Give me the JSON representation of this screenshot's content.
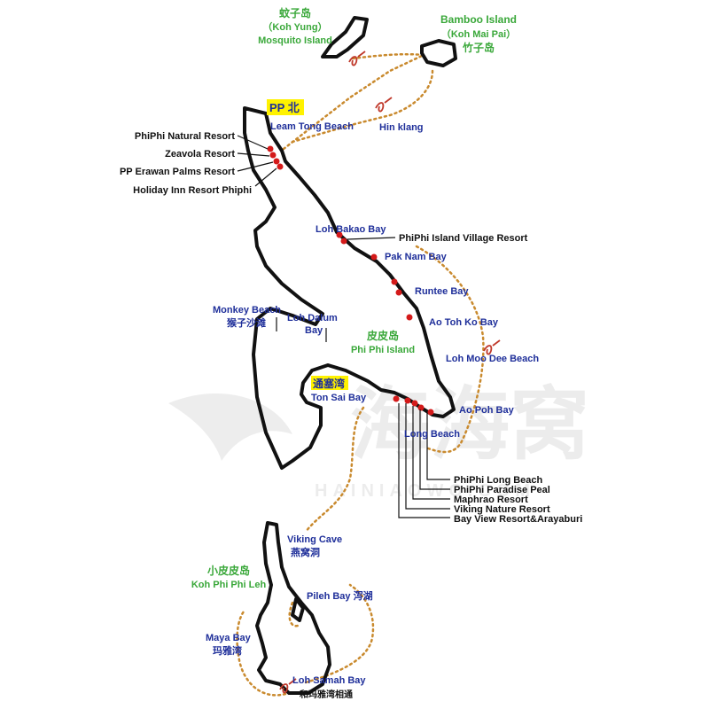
{
  "islands": {
    "koh_yung": {
      "zh": "蚊子岛",
      "local": "（Koh Yung）",
      "en": "Mosquito Island"
    },
    "bamboo": {
      "en": "Bamboo Island",
      "local": "（Koh Mai Pai）",
      "zh": "竹子岛"
    },
    "phi_phi": {
      "zh": "皮皮岛",
      "en": "Phi Phi Island"
    },
    "phi_phi_leh": {
      "zh": "小皮皮岛",
      "en": "Koh Phi Phi Leh"
    }
  },
  "places": {
    "pp_north": "PP 北",
    "leam_tong": "Leam Tong Beach",
    "hin_klang": "Hin klang",
    "loh_bakao": "Loh Bakao Bay",
    "pak_nam": "Pak Nam Bay",
    "runtee": "Runtee Bay",
    "ao_toh_ko": "Ao Toh Ko Bay",
    "loh_moo_dee": "Loh Moo Dee Beach",
    "monkey_beach_en": "Monkey Beach",
    "monkey_beach_zh": "猴子沙滩",
    "loh_dalum_1": "Loh Dalum",
    "loh_dalum_2": "Bay",
    "ton_sai_zh": "通塞湾",
    "ton_sai_en": "Ton Sai Bay",
    "ao_poh": "Ao Poh Bay",
    "long_beach": "Long Beach",
    "viking_cave_en": "Viking Cave",
    "viking_cave_zh": "燕窝洞",
    "pileh_bay": "Pileh Bay  泻湖",
    "maya_bay_en": "Maya Bay",
    "maya_bay_zh": "玛雅湾",
    "loh_samah": "Loh Samah Bay",
    "loh_samah_zh": "和玛雅湾相通"
  },
  "resorts_north": [
    "PhiPhi Natural Resort",
    "Zeavola Resort",
    "PP Erawan Palms Resort",
    "Holiday Inn Resort Phiphi"
  ],
  "resort_village": "PhiPhi Island Village Resort",
  "resorts_south": [
    "PhiPhi Long Beach",
    "PhiPhi Paradise Peal",
    "Maphrao Resort",
    "Viking Nature Resort",
    "Bay View Resort&Arayaburi"
  ],
  "watermark": {
    "cn": "海海窝",
    "en": "HAINIAOWO.COM"
  },
  "colors": {
    "island_name": "#3aa83a",
    "place": "#1f2f9a",
    "resort": "#111111",
    "route": "#c98a2e",
    "dot": "#d41a1a",
    "highlight": "#fff200"
  }
}
